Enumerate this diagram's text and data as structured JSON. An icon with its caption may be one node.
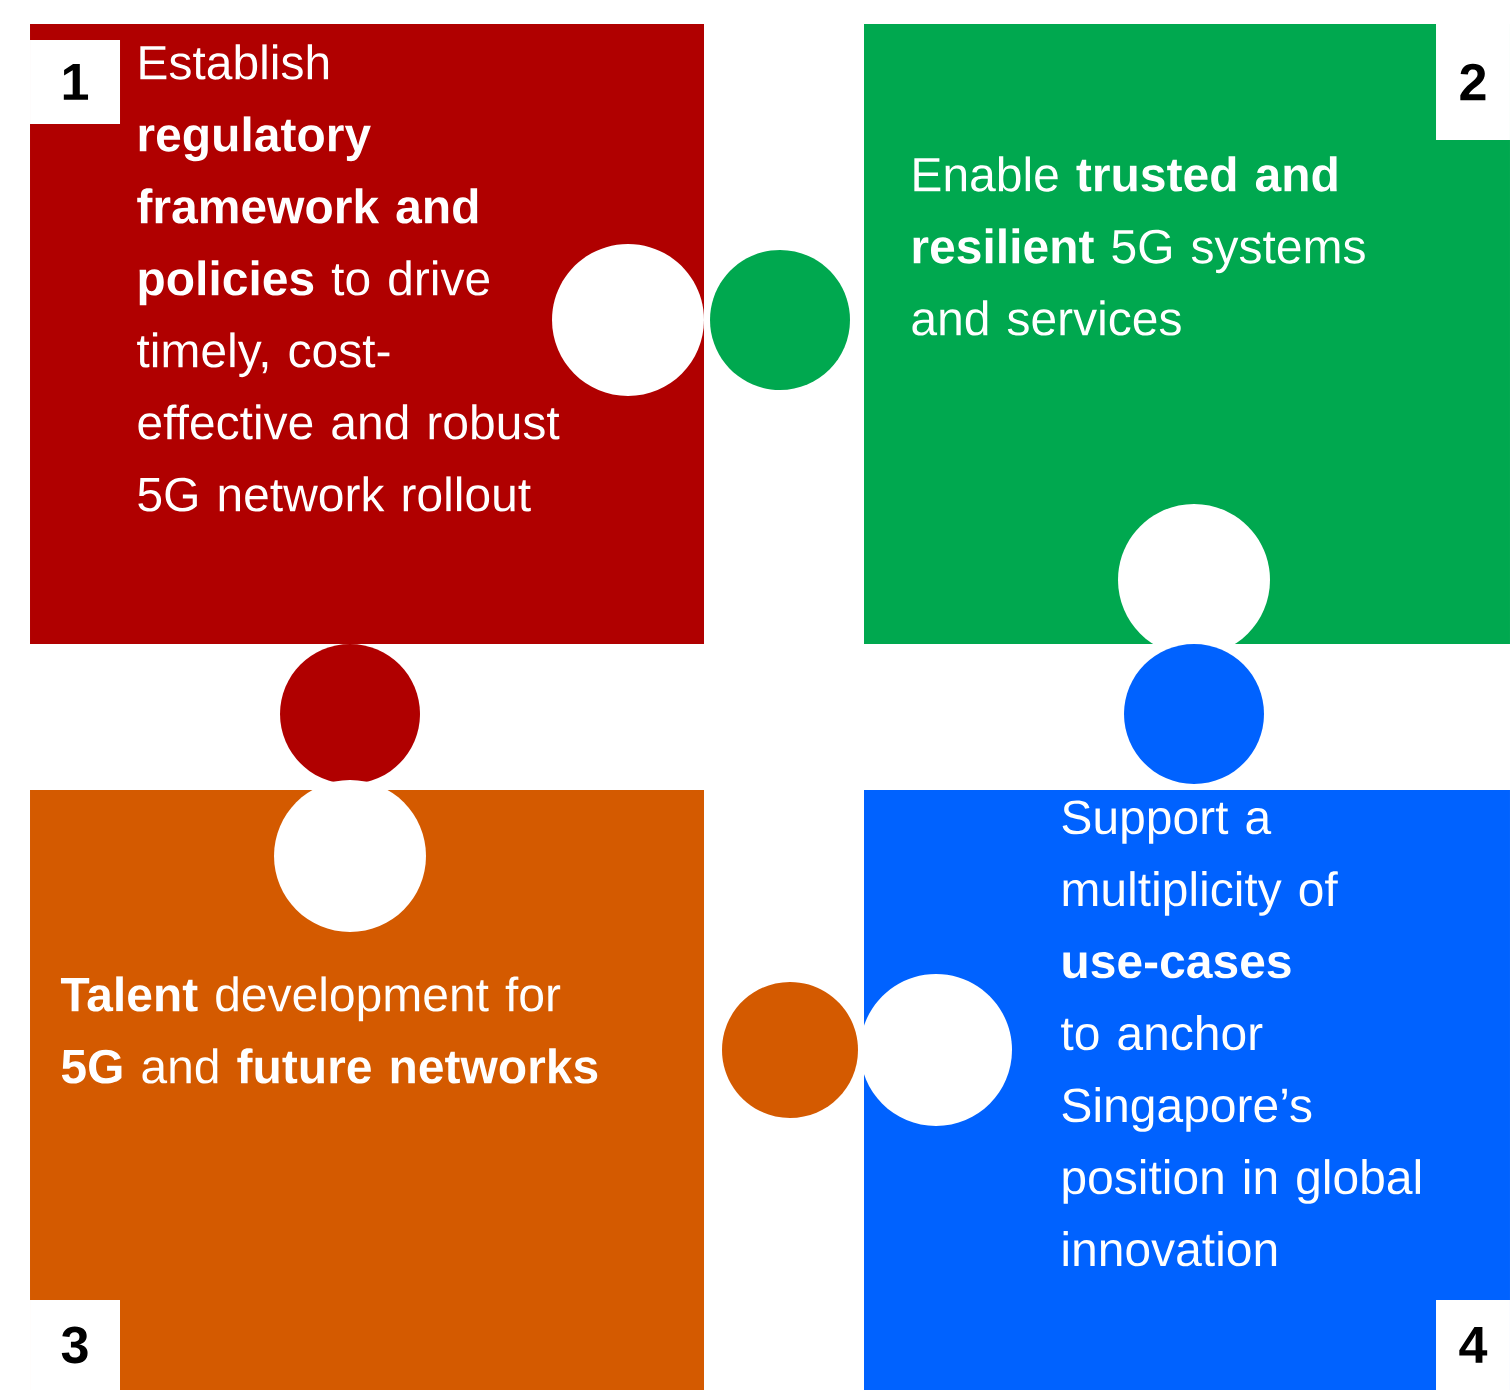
{
  "diagram": {
    "nodes": [
      {
        "text": [
          "1",
          "Establish **regulatory framework and policies** to drive timely, cost-effective and robust 5G network rollout"
        ]
      },
      {
        "text": [
          "2",
          "Enable **trusted and resilient** 5G systems and services"
        ]
      },
      {
        "text": [
          "**Talent** development for **5G** and **future networks**",
          "3"
        ]
      },
      {
        "text": [
          "Support a multiplicity of **use-cases** to anchor Singapore’s position in global innovation",
          "4"
        ]
      }
    ]
  }
}
